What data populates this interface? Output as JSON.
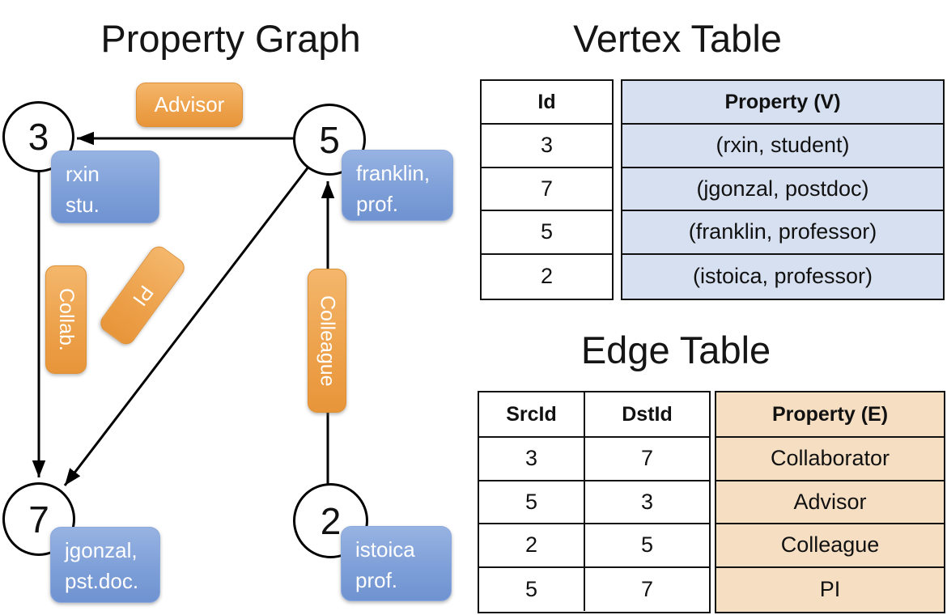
{
  "graph": {
    "title": "Property Graph",
    "vertices": [
      {
        "id": "3",
        "label": [
          "rxin",
          "stu."
        ]
      },
      {
        "id": "5",
        "label": [
          "franklin,",
          "prof."
        ]
      },
      {
        "id": "7",
        "label": [
          "jgonzal,",
          "pst.doc."
        ]
      },
      {
        "id": "2",
        "label": [
          "istoica",
          "prof."
        ]
      }
    ],
    "edge_labels": {
      "advisor": "Advisor",
      "collab": "Collab.",
      "pi": "PI",
      "colleague": "Colleague"
    }
  },
  "vertex_table": {
    "title": "Vertex Table",
    "columns": {
      "id": "Id",
      "property": "Property (V)"
    },
    "rows": [
      {
        "id": "3",
        "property": "(rxin, student)"
      },
      {
        "id": "7",
        "property": "(jgonzal, postdoc)"
      },
      {
        "id": "5",
        "property": "(franklin, professor)"
      },
      {
        "id": "2",
        "property": "(istoica, professor)"
      }
    ]
  },
  "edge_table": {
    "title": "Edge Table",
    "columns": {
      "src": "SrcId",
      "dst": "DstId",
      "property": "Property (E)"
    },
    "rows": [
      {
        "src": "3",
        "dst": "7",
        "property": "Collaborator"
      },
      {
        "src": "5",
        "dst": "3",
        "property": "Advisor"
      },
      {
        "src": "2",
        "dst": "5",
        "property": "Colleague"
      },
      {
        "src": "5",
        "dst": "7",
        "property": "PI"
      }
    ]
  },
  "colors": {
    "edge_label_orange": "#EDA24C",
    "vertex_label_blue": "#7E9FD8",
    "vertex_property_bg": "#D7E0F0",
    "edge_property_bg": "#F5DEC2",
    "arrow": "#000000"
  }
}
